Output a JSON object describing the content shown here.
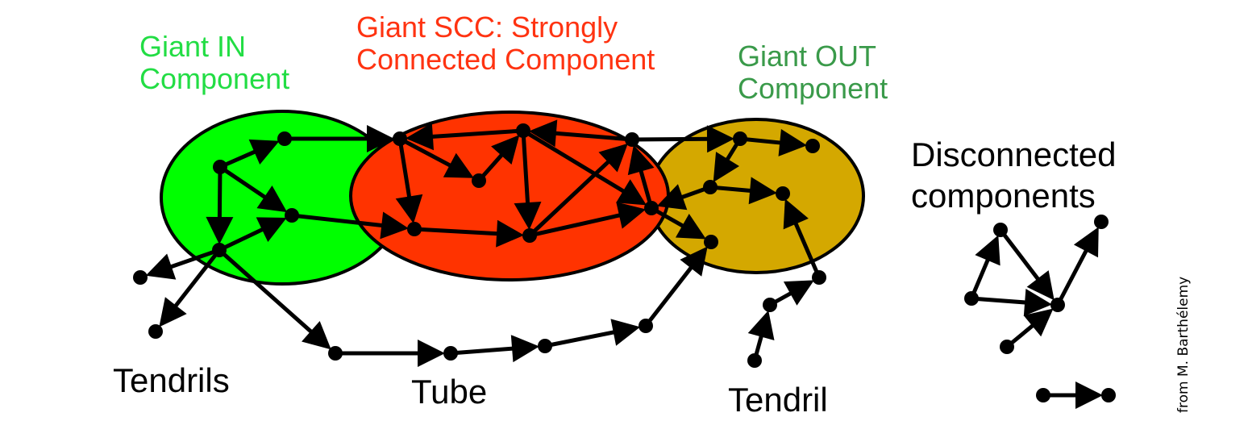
{
  "title": "Bow-tie structure of a directed network",
  "colors": {
    "in_fill": "#00ff00",
    "scc_fill": "#ff3300",
    "out_fill": "#d4a800",
    "in_label": "#22dd44",
    "scc_label": "#ff3311",
    "out_label": "#3a9a4a",
    "text": "#000000",
    "edge": "#000000"
  },
  "labels": {
    "giant_in": [
      "Giant IN",
      "Component"
    ],
    "giant_scc": [
      "Giant SCC: Strongly",
      "Connected Component"
    ],
    "giant_out": [
      "Giant OUT",
      "Component"
    ],
    "disconnected": [
      "Disconnected",
      "components"
    ],
    "tendrils": "Tendrils",
    "tube": "Tube",
    "tendril": "Tendril",
    "credit": "from M. Barthélemy"
  },
  "regions": [
    {
      "id": "in",
      "name": "Giant IN Component",
      "color_key": "in_fill"
    },
    {
      "id": "scc",
      "name": "Giant SCC",
      "color_key": "scc_fill"
    },
    {
      "id": "out",
      "name": "Giant OUT Component",
      "color_key": "out_fill"
    }
  ],
  "nodes": [
    {
      "id": "a",
      "group": "in"
    },
    {
      "id": "b",
      "group": "in"
    },
    {
      "id": "c",
      "group": "in"
    },
    {
      "id": "d",
      "group": "in"
    },
    {
      "id": "e",
      "group": "scc"
    },
    {
      "id": "f",
      "group": "scc"
    },
    {
      "id": "g",
      "group": "scc"
    },
    {
      "id": "h",
      "group": "scc"
    },
    {
      "id": "i",
      "group": "scc"
    },
    {
      "id": "j",
      "group": "scc"
    },
    {
      "id": "k",
      "group": "scc"
    },
    {
      "id": "l",
      "group": "out"
    },
    {
      "id": "m",
      "group": "out"
    },
    {
      "id": "n",
      "group": "out"
    },
    {
      "id": "o",
      "group": "out"
    },
    {
      "id": "p",
      "group": "out"
    },
    {
      "id": "q",
      "group": "tendril"
    },
    {
      "id": "r",
      "group": "tendril"
    },
    {
      "id": "s",
      "group": "tendril"
    },
    {
      "id": "t",
      "group": "tube"
    },
    {
      "id": "u",
      "group": "tube"
    },
    {
      "id": "v",
      "group": "tube"
    },
    {
      "id": "w",
      "group": "tube"
    },
    {
      "id": "x",
      "group": "tendrils"
    },
    {
      "id": "y",
      "group": "tendrils"
    },
    {
      "id": "A",
      "group": "disconnected"
    },
    {
      "id": "B",
      "group": "disconnected"
    },
    {
      "id": "C",
      "group": "disconnected"
    },
    {
      "id": "D",
      "group": "disconnected"
    },
    {
      "id": "E",
      "group": "disconnected"
    },
    {
      "id": "F",
      "group": "disconnected"
    },
    {
      "id": "G",
      "group": "disconnected"
    }
  ],
  "edges": [
    [
      "a",
      "b"
    ],
    [
      "a",
      "c"
    ],
    [
      "a",
      "d"
    ],
    [
      "d",
      "c"
    ],
    [
      "b",
      "e"
    ],
    [
      "c",
      "h"
    ],
    [
      "f",
      "e"
    ],
    [
      "e",
      "g"
    ],
    [
      "g",
      "f"
    ],
    [
      "e",
      "h"
    ],
    [
      "f",
      "i"
    ],
    [
      "h",
      "i"
    ],
    [
      "i",
      "j"
    ],
    [
      "j",
      "f"
    ],
    [
      "f",
      "k"
    ],
    [
      "i",
      "k"
    ],
    [
      "k",
      "j"
    ],
    [
      "j",
      "l"
    ],
    [
      "l",
      "m"
    ],
    [
      "l",
      "n"
    ],
    [
      "n",
      "o"
    ],
    [
      "n",
      "k"
    ],
    [
      "k",
      "p"
    ],
    [
      "r",
      "s"
    ],
    [
      "s",
      "q"
    ],
    [
      "q",
      "o"
    ],
    [
      "d",
      "t"
    ],
    [
      "t",
      "u"
    ],
    [
      "u",
      "v"
    ],
    [
      "v",
      "w"
    ],
    [
      "w",
      "p"
    ],
    [
      "d",
      "x"
    ],
    [
      "d",
      "y"
    ],
    [
      "B",
      "A"
    ],
    [
      "A",
      "C"
    ],
    [
      "B",
      "C"
    ],
    [
      "E",
      "C"
    ],
    [
      "C",
      "D"
    ],
    [
      "F",
      "G"
    ]
  ]
}
